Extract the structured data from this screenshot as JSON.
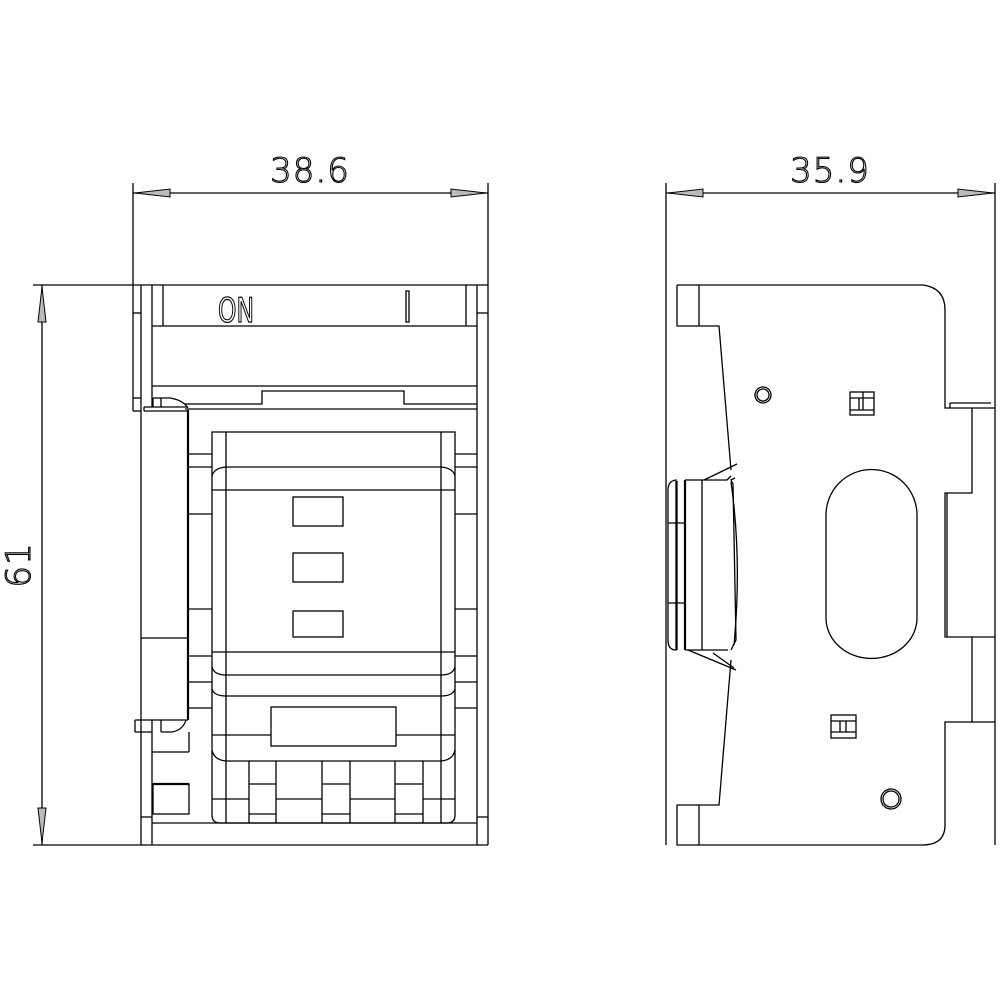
{
  "drawing": {
    "type": "technical dimension drawing",
    "views": [
      {
        "name": "front-view",
        "dimensions": {
          "width": "38.6",
          "height": "61"
        },
        "labels": {
          "on": "ON",
          "one": "I"
        },
        "indicator_windows": 3
      },
      {
        "name": "side-view",
        "dimensions": {
          "width": "35.9"
        }
      }
    ]
  },
  "front": {
    "width_dim": "38.6",
    "height_dim": "61",
    "label_on": "ON",
    "label_i": "I"
  },
  "side": {
    "width_dim": "35.9"
  },
  "colors": {
    "line": "#000000",
    "background": "#ffffff",
    "arrow_fill": "#bbbbbb"
  }
}
